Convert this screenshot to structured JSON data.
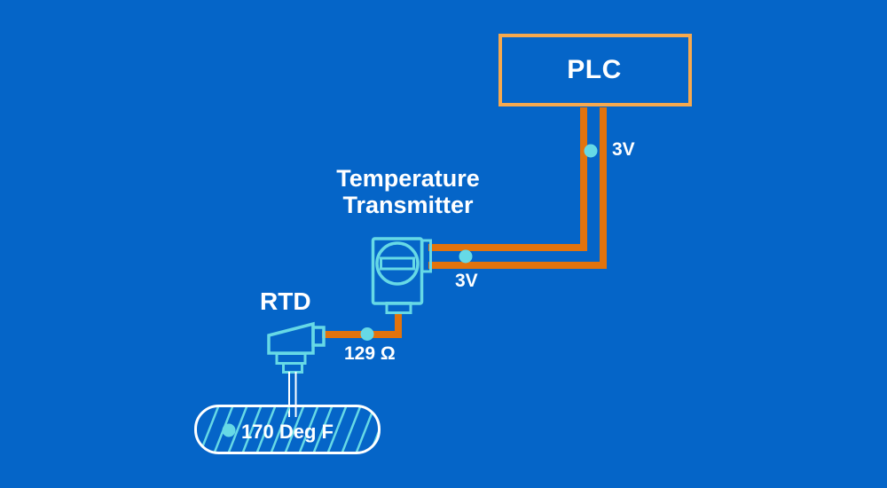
{
  "colors": {
    "background": "#0565C8",
    "wire": "#E2730D",
    "plc-border": "#F7A94E",
    "accent": "#66D9E6",
    "text": "#FFFFFF",
    "tank-outline": "#FFFFFF"
  },
  "diagram": {
    "plc": {
      "label": "PLC"
    },
    "transmitter": {
      "label": [
        "Temperature",
        "Transmitter"
      ]
    },
    "rtd": {
      "label": "RTD"
    },
    "tank": {
      "temperature_label": "170 Deg F"
    },
    "signals": {
      "plc_input": "3V",
      "transmitter_output": "3V",
      "rtd_resistance": "129 Ω"
    },
    "icons": {
      "transmitter": "temperature-transmitter-icon",
      "rtd": "rtd-sensor-icon",
      "tank": "tank-icon",
      "measurement_marker": "measurement-dot"
    }
  }
}
